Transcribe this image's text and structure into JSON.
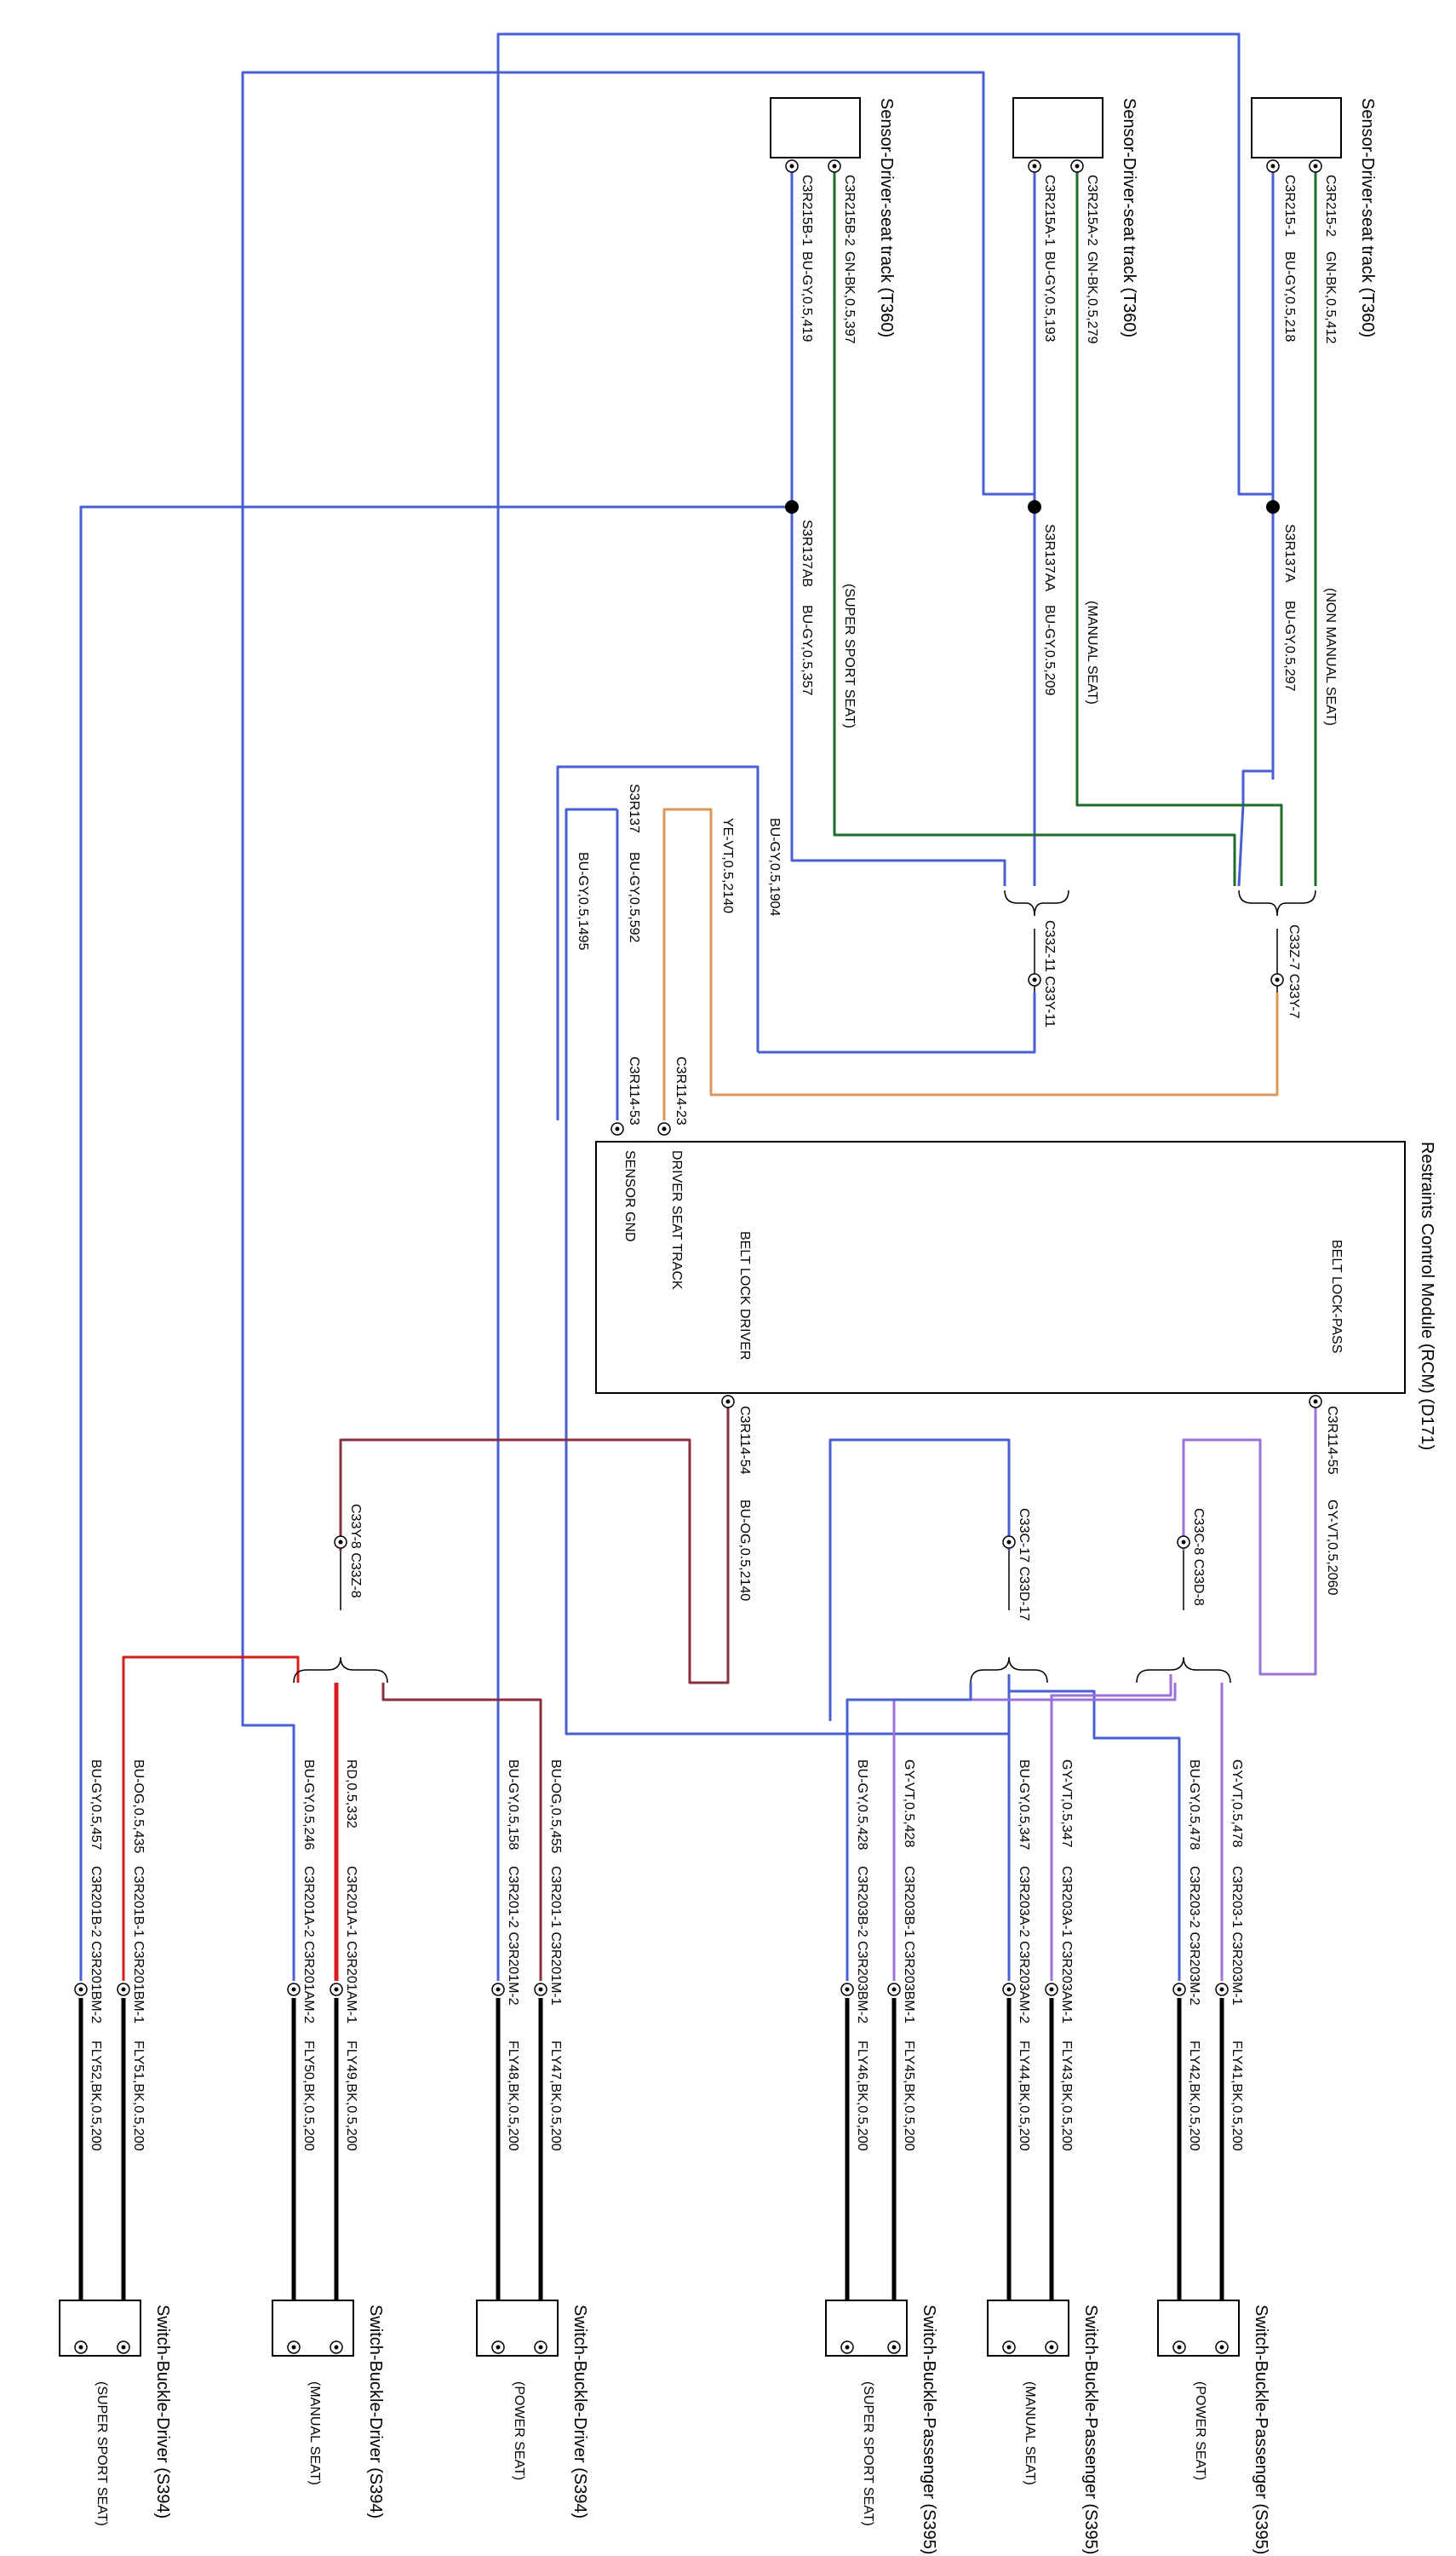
{
  "module": {
    "title": "Restraints Control Module (RCM) (D171)",
    "pins": {
      "belt_lock_pass": "BELT LOCK-PASS",
      "belt_lock_driver": "BELT LOCK DRIVER",
      "driver_seat_track": "DRIVER SEAT TRACK",
      "sensor_gnd": "SENSOR GND"
    },
    "connectors": {
      "c55": "C3R114-55",
      "c54": "C3R114-54",
      "c23": "C3R114-23",
      "c53": "C3R114-53"
    }
  },
  "sensors": [
    {
      "title": "Sensor-Driver-seat track (T360)",
      "pin1": "C3R215-1",
      "pin2": "C3R215-2",
      "wire1": "BU-GY,0.5,218",
      "wire2": "GN-BK,0.5,412",
      "splice": "S3R137A",
      "splice_wire": "BU-GY,0.5,297",
      "variant": "(NON MANUAL SEAT)"
    },
    {
      "title": "Sensor-Driver-seat track (T360)",
      "pin1": "C3R215A-1",
      "pin2": "C3R215A-2",
      "wire1": "BU-GY,0.5,193",
      "wire2": "GN-BK,0.5,279",
      "splice": "S3R137AA",
      "splice_wire": "BU-GY,0.5,209",
      "variant": "(MANUAL SEAT)"
    },
    {
      "title": "Sensor-Driver-seat track (T360)",
      "pin1": "C3R215B-1",
      "pin2": "C3R215B-2",
      "wire1": "BU-GY,0.5,419",
      "wire2": "GN-BK,0.5,397",
      "splice": "S3R137AB",
      "splice_wire": "BU-GY,0.5,357",
      "variant": "(SUPER SPORT SEAT)"
    }
  ],
  "inline": {
    "c33y7": "C33Z-7 C33Y-7",
    "c33y11": "C33Z-11 C33Y-11",
    "c33y8": "C33Y-8 C33Z-8",
    "c33c17": "C33C-17 C33D-17",
    "c33c8": "C33C-8 C33D-8",
    "s3r137": "S3R137",
    "w_1904": "BU-GY,0.5,1904",
    "w_2140y": "YE-VT,0.5,2140",
    "w_592": "BU-GY,0.5,592",
    "w_1495": "BU-GY,0.5,1495",
    "w_2140o": "BU-OG,0.5,2140",
    "w_2060": "GY-VT,0.5,2060"
  },
  "switches": [
    {
      "title": "Switch-Buckle-Passenger (S395)",
      "variant": "(POWER SEAT)",
      "w1": "GY-VT,0.5,478",
      "w2": "BU-GY,0.5,478",
      "c1": "C3R203-1 C3R203M-1",
      "c2": "C3R203-2 C3R203M-2",
      "g1": "FLY41,BK,0.5,200",
      "g2": "FLY42,BK,0.5,200"
    },
    {
      "title": "Switch-Buckle-Passenger (S395)",
      "variant": "(MANUAL SEAT)",
      "w1": "GY-VT,0.5,347",
      "w2": "BU-GY,0.5,347",
      "c1": "C3R203A-1 C3R203AM-1",
      "c2": "C3R203A-2 C3R203AM-2",
      "g1": "FLY43,BK,0.5,200",
      "g2": "FLY44,BK,0.5,200"
    },
    {
      "title": "Switch-Buckle-Passenger (S395)",
      "variant": "(SUPER SPORT SEAT)",
      "w1": "GY-VT,0.5,428",
      "w2": "BU-GY,0.5,428",
      "c1": "C3R203B-1 C3R203BM-1",
      "c2": "C3R203B-2 C3R203BM-2",
      "g1": "FLY45,BK,0.5,200",
      "g2": "FLY46,BK,0.5,200"
    },
    {
      "title": "Switch-Buckle-Driver (S394)",
      "variant": "(POWER SEAT)",
      "w1": "BU-OG,0.5,455",
      "w2": "BU-GY,0.5,158",
      "c1": "C3R201-1 C3R201M-1",
      "c2": "C3R201-2 C3R201M-2",
      "g1": "FLY47,BK,0.5,200",
      "g2": "FLY48,BK,0.5,200"
    },
    {
      "title": "Switch-Buckle-Driver (S394)",
      "variant": "(MANUAL SEAT)",
      "w1": "RD,0.5,332",
      "w2": "BU-GY,0.5,246",
      "c1": "C3R201A-1 C3R201AM-1",
      "c2": "C3R201A-2 C3R201AM-2",
      "g1": "FLY49,BK,0.5,200",
      "g2": "FLY50,BK,0.5,200"
    },
    {
      "title": "Switch-Buckle-Driver (S394)",
      "variant": "(SUPER SPORT SEAT)",
      "w1": "BU-OG,0.5,435",
      "w2": "BU-GY,0.5,457",
      "c1": "C3R201B-1 C3R201BM-1",
      "c2": "C3R201B-2 C3R201BM-2",
      "g1": "FLY51,BK,0.5,200",
      "g2": "FLY52,BK,0.5,200"
    }
  ],
  "colors": {
    "blue": "#4a5fd4",
    "green": "#1f6b2a",
    "orange": "#d89a5a",
    "purple": "#9a72d8",
    "red": "#d81c1c",
    "maroon": "#8a2f3f",
    "black": "#000000"
  }
}
